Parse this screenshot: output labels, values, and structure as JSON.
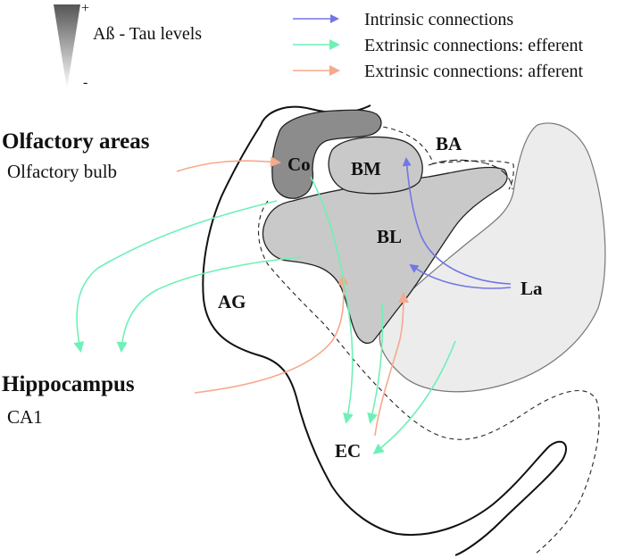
{
  "legend": {
    "gradient_plus": "+",
    "gradient_minus": "-",
    "gradient_label": "Aß - Tau levels",
    "intrinsic": "Intrinsic connections",
    "efferent": "Extrinsic connections: efferent",
    "afferent": "Extrinsic connections: afferent"
  },
  "colors": {
    "intrinsic": "#7276e6",
    "efferent": "#6ff0b7",
    "afferent": "#f6a98c",
    "region_dark": "#8c8c8c",
    "region_mid": "#c9c9c9",
    "region_light": "#ececec"
  },
  "labels": {
    "olfactory_areas": "Olfactory areas",
    "olfactory_bulb": "Olfactory bulb",
    "hippocampus": "Hippocampus",
    "ca1": "CA1",
    "co": "Co",
    "bm": "BM",
    "ba": "BA",
    "bl": "BL",
    "la": "La",
    "ag": "AG",
    "ec": "EC"
  }
}
